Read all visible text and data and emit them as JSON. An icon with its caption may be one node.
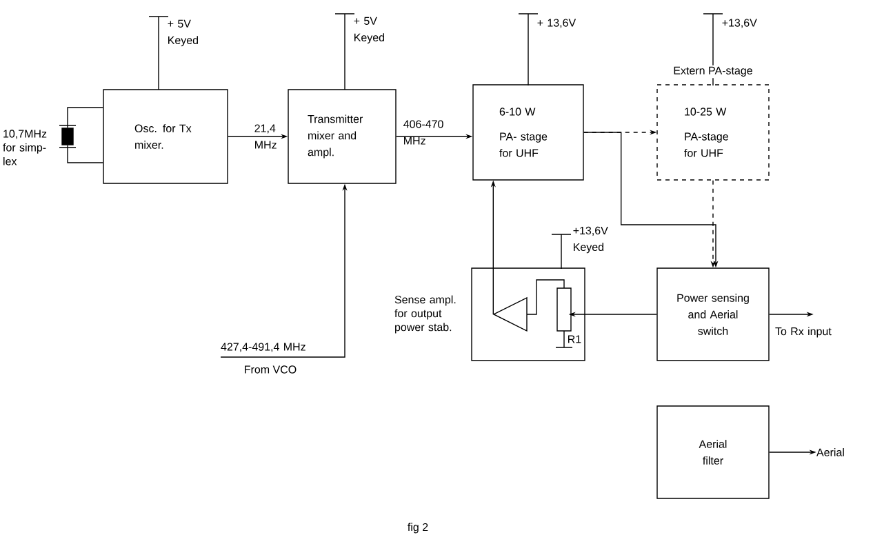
{
  "diagram": {
    "caption": "fig 2",
    "nodes": [
      {
        "text": [
          "Osc. for Tx mixer."
        ]
      },
      {
        "text": [
          "Transmitter mixer and ampl."
        ]
      },
      {
        "text": [
          "6-10 W",
          "PA- stage for UHF"
        ]
      },
      {
        "text": [
          "Extern PA-stage",
          "10-25 W",
          "PA-stage for UHF"
        ]
      },
      {
        "text": [],
        "shape": "box",
        "beside": [
          "Sense ampl. for output power stab."
        ]
      },
      {
        "text": [
          "Power sensing and Aerial switch"
        ]
      },
      {
        "text": [
          "Aerial filter"
        ]
      },
      {
        "text": [],
        "shape": "crystal",
        "beside": [
          "10,7MHz for simp- lex"
        ]
      }
    ],
    "edges": [
      {
        "from": 7,
        "to": 0,
        "arrow": "none"
      },
      {
        "from": 7,
        "to": 0,
        "arrow": "none"
      },
      {
        "from": 0,
        "to": 1,
        "arrow": "to",
        "label": "21,4 MHz"
      },
      {
        "from": 1,
        "to": 2,
        "arrow": "to",
        "label": "406-470 MHz"
      },
      {
        "from": 2,
        "to": 3,
        "arrow": "to",
        "style": "dashed"
      },
      {
        "from": 2,
        "to": 5,
        "arrow": "to"
      },
      {
        "from": 3,
        "to": 5,
        "arrow": "to",
        "style": "dashed"
      },
      {
        "from": 5,
        "to": 4,
        "arrow": "to"
      },
      {
        "from": 4,
        "to": 2,
        "arrow": "to"
      },
      {
        "from": 5,
        "to": null,
        "arrow": "to",
        "label": "To Rx input"
      },
      {
        "from": null,
        "to": 1,
        "arrow": "to",
        "label": "427,4-491,4 MHz"
      },
      {
        "from": 6,
        "to": null,
        "arrow": "to",
        "label": "Aerial"
      }
    ],
    "labels": [
      "+ 5V Keyed",
      "+ 5V Keyed",
      "+ 13,6V",
      "+13,6V",
      "+13,6V Keyed",
      "R1",
      "From VCO"
    ]
  }
}
